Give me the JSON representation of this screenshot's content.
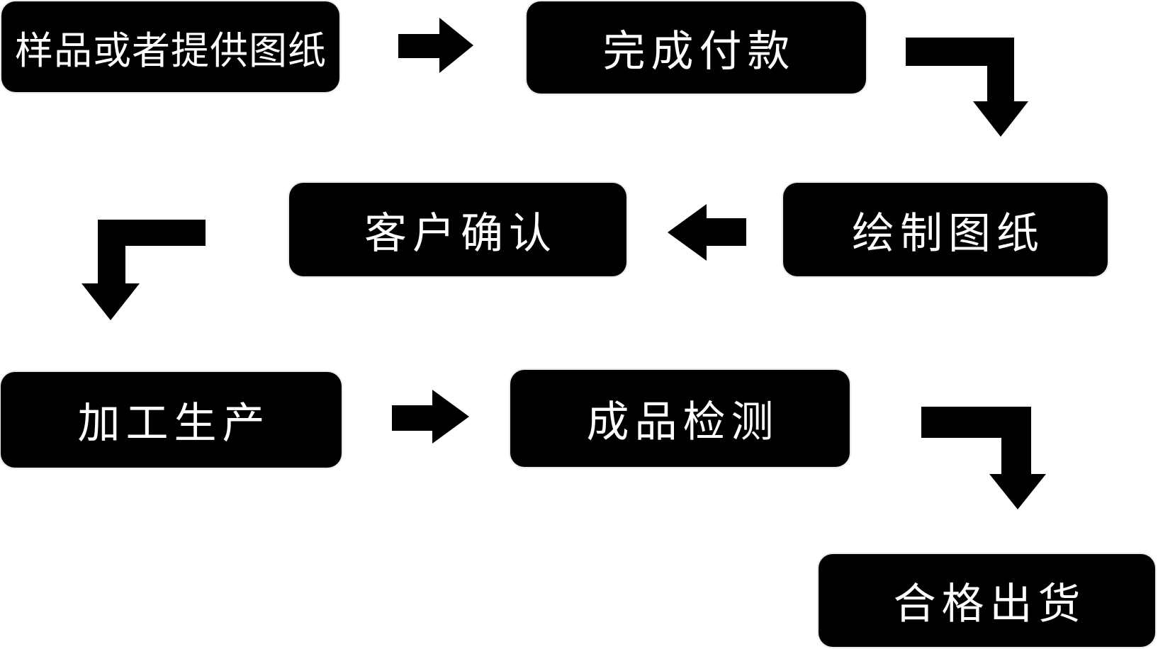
{
  "colors": {
    "background": "#ffffff",
    "node_fill": "#000000",
    "node_text": "#ffffff",
    "arrow": "#000000"
  },
  "flowchart": {
    "title": "",
    "nodes": [
      {
        "id": "step-1",
        "label": "样品或者提供图纸"
      },
      {
        "id": "step-2",
        "label": "完成付款"
      },
      {
        "id": "step-3",
        "label": "绘制图纸"
      },
      {
        "id": "step-4",
        "label": "客户确认"
      },
      {
        "id": "step-5",
        "label": "加工生产"
      },
      {
        "id": "step-6",
        "label": "成品检测"
      },
      {
        "id": "step-7",
        "label": "合格出货"
      }
    ],
    "edges": [
      {
        "from": "step-1",
        "to": "step-2",
        "shape": "straight-right"
      },
      {
        "from": "step-2",
        "to": "step-3",
        "shape": "elbow-right-down"
      },
      {
        "from": "step-3",
        "to": "step-4",
        "shape": "straight-left"
      },
      {
        "from": "step-4",
        "to": "step-5",
        "shape": "elbow-left-down"
      },
      {
        "from": "step-5",
        "to": "step-6",
        "shape": "straight-right"
      },
      {
        "from": "step-6",
        "to": "step-7",
        "shape": "elbow-right-down"
      }
    ]
  }
}
